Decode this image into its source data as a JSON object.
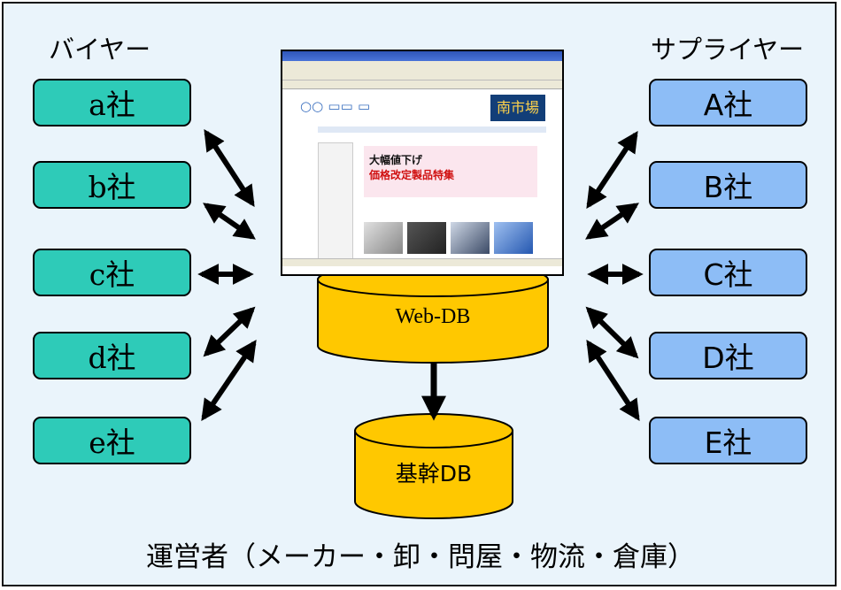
{
  "labels": {
    "buyers_header": "バイヤー",
    "suppliers_header": "サプライヤー",
    "caption": "運営者（メーカー・卸・問屋・物流・倉庫）"
  },
  "buyers": [
    "a社",
    "b社",
    "c社",
    "d社",
    "e社"
  ],
  "suppliers": [
    "A社",
    "B社",
    "C社",
    "D社",
    "E社"
  ],
  "databases": {
    "web_db": "Web-DB",
    "core_db": "基幹DB"
  },
  "browser_screenshot": {
    "shop_logo": "南市場",
    "promo_line1": "大幅値下げ",
    "promo_line2": "価格改定製品特集"
  },
  "colors": {
    "background": "#eaf4fb",
    "buyer_box": "#2ecbb8",
    "supplier_box": "#8dbdf6",
    "database": "#ffc800"
  }
}
